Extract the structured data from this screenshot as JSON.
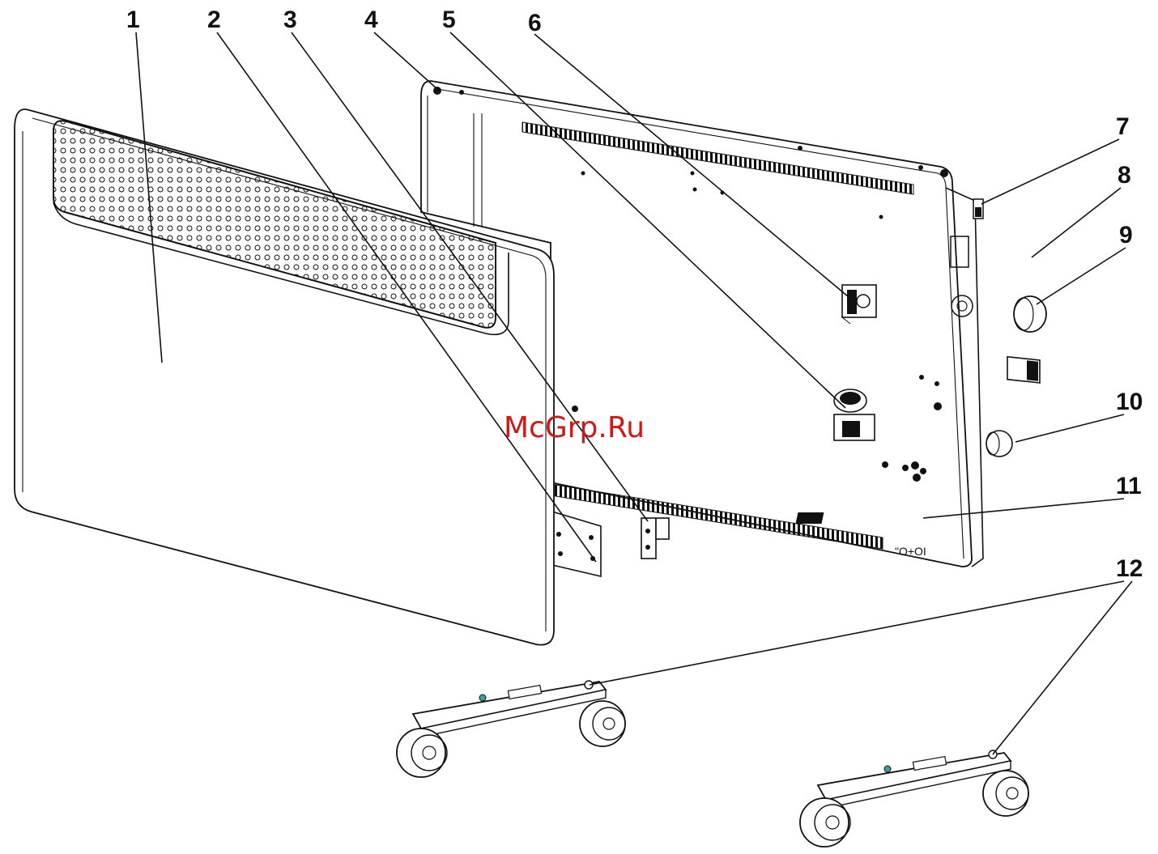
{
  "diagram": {
    "labels": [
      "1",
      "2",
      "3",
      "4",
      "5",
      "6",
      "7",
      "8",
      "9",
      "10",
      "11",
      "12"
    ],
    "watermark": "McGrp.Ru"
  }
}
